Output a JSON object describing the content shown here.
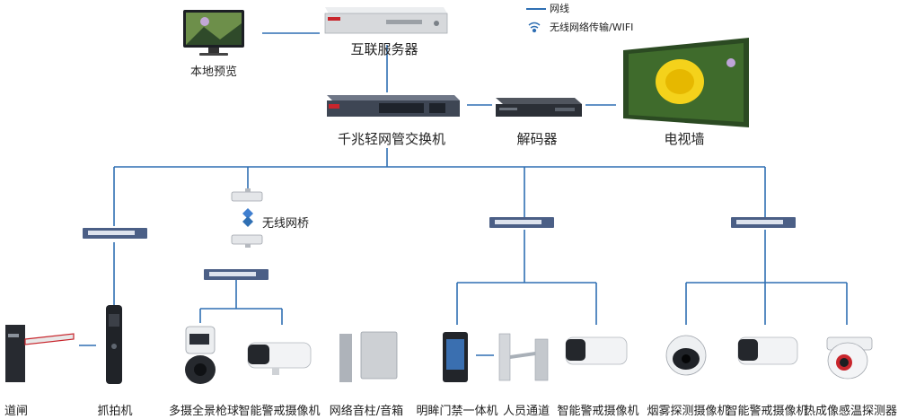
{
  "legend": {
    "wired_label": "网线",
    "wireless_label": "无线网络传输/WIFI",
    "wired_icon": "line-icon",
    "wireless_icon": "wifi-icon"
  },
  "colors": {
    "link": "#2f6fb3",
    "device_dark": "#2a2e36",
    "switch_blue": "#4b5f86",
    "server_silver": "#d7d9dc",
    "hik_red": "#c8252c"
  },
  "core": {
    "local_preview": "本地预览",
    "server": "互联服务器",
    "switch": "千兆轻网管交换机",
    "decoder": "解码器",
    "video_wall": "电视墙"
  },
  "bridge_label": "无线网桥",
  "endpoints": [
    {
      "id": "barrier",
      "label": "道闸"
    },
    {
      "id": "capture",
      "label": "抓拍机"
    },
    {
      "id": "ptz",
      "label": "多摄全景枪球"
    },
    {
      "id": "bullet1",
      "label": "智能警戒摄像机"
    },
    {
      "id": "speaker",
      "label": "网络音柱/音箱"
    },
    {
      "id": "access",
      "label": "明眸门禁一体机"
    },
    {
      "id": "turnstile",
      "label": "人员通道"
    },
    {
      "id": "bullet2",
      "label": "智能警戒摄像机"
    },
    {
      "id": "smoke",
      "label": "烟雾探测摄像机"
    },
    {
      "id": "bullet3",
      "label": "智能警戒摄像机"
    },
    {
      "id": "thermal",
      "label": "热成像感温探测器"
    }
  ]
}
